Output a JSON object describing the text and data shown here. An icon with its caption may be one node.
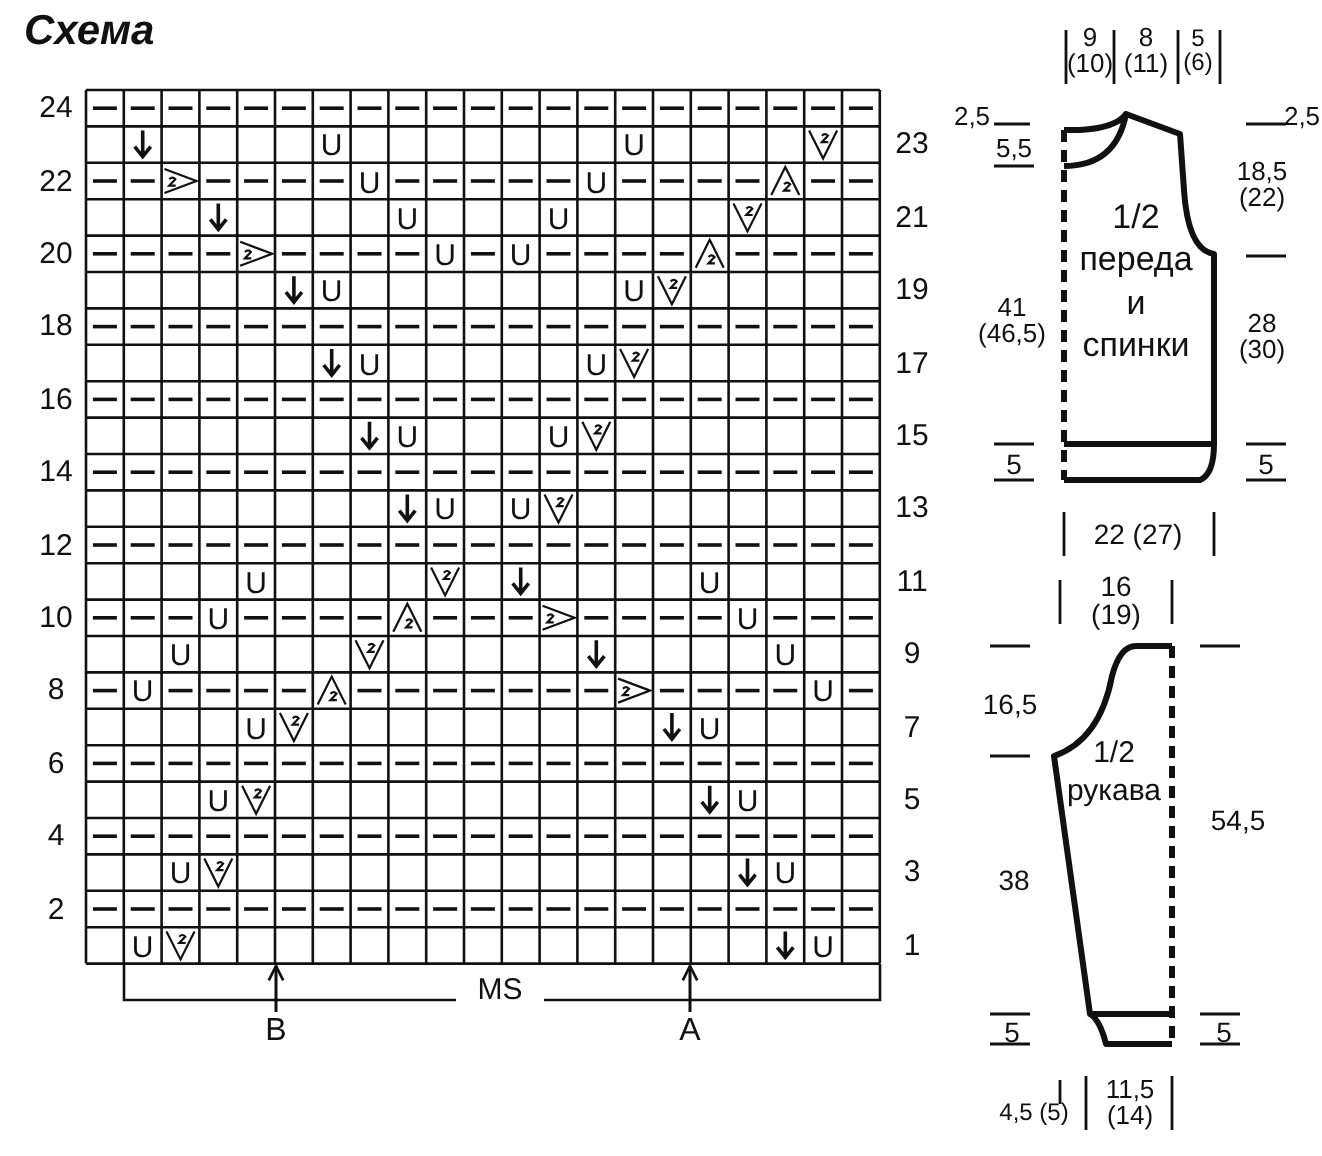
{
  "diagram": {
    "title": "Схема",
    "nodes": [
      {
        "text": [
          "B"
        ]
      },
      {
        "text": [
          "A"
        ]
      },
      {
        "text": [
          "1/2 переда и спинки"
        ]
      },
      {
        "text": [
          "1/2 рукава"
        ]
      },
      {
        "text": [],
        "shape": "box"
      }
    ],
    "edges": [
      {
        "from": 0,
        "to": 4,
        "arrow": "to"
      },
      {
        "from": 1,
        "to": 4,
        "arrow": "to"
      }
    ],
    "labels": [
      "24",
      "U",
      "U",
      "23",
      "22",
      "U",
      "U",
      "U",
      "U",
      "21",
      "20",
      "U",
      "U",
      "U",
      "U",
      "19",
      "18",
      "U",
      "U",
      "17",
      "16",
      "U",
      "U",
      "15",
      "14",
      "U",
      "U",
      "13",
      "12",
      "U",
      "U",
      "11",
      "10",
      "U",
      "U",
      "U",
      "U",
      "9",
      "8",
      "U",
      "U",
      "U",
      "U",
      "7",
      "6",
      "U",
      "U",
      "5",
      "4",
      "U",
      "U",
      "3",
      "2",
      "U",
      "U",
      "1",
      "MS",
      "9 (10)",
      "8 (11)",
      "5 (6)",
      "2,5",
      "2,5",
      "5,5",
      "18,5 (22)",
      "41 (46,5)",
      "28 (30)",
      "5",
      "5",
      "22 (27)",
      "16 (19)",
      "16,5",
      "54,5",
      "38",
      "5",
      "5",
      "4,5 (5)",
      "11,5 (14)"
    ]
  }
}
